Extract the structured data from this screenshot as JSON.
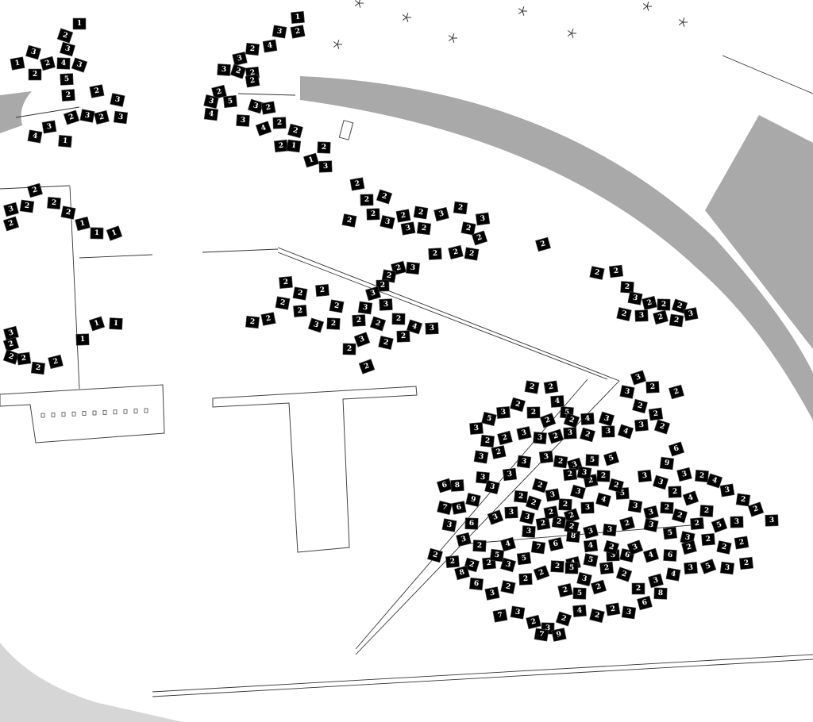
{
  "colors": {
    "tile": "#000000",
    "tile_text": "#ffffff",
    "road": "#a9a9a9",
    "ground": "#ffffff"
  },
  "icons": [
    "tree-icon"
  ],
  "clusters": {
    "nw_left": [
      "1",
      "2",
      "3",
      "3",
      "1",
      "2",
      "4",
      "3",
      "2",
      "5",
      "2",
      "2",
      "3",
      "3",
      "2",
      "3",
      "2",
      "3",
      "4",
      "1"
    ],
    "nw_right": [
      "1",
      "3",
      "2",
      "4",
      "2",
      "3",
      "3",
      "2",
      "2",
      "2",
      "2",
      "3",
      "5",
      "4",
      "3",
      "3",
      "2",
      "4",
      "2",
      "2",
      "2",
      "1",
      "2",
      "1",
      "3"
    ],
    "west_upper": [
      "2",
      "2",
      "2",
      "3",
      "2",
      "2",
      "1",
      "1",
      "1"
    ],
    "west_lower": [
      "1",
      "1",
      "1",
      "3",
      "2",
      "2",
      "2",
      "2",
      "2"
    ],
    "center": [
      "2",
      "2",
      "2",
      "2",
      "2",
      "3",
      "2",
      "2",
      "3",
      "2",
      "3",
      "2",
      "3",
      "2",
      "2",
      "2",
      "2",
      "2",
      "3",
      "2",
      "2",
      "2",
      "3",
      "3",
      "3",
      "2",
      "2",
      "2",
      "4",
      "3",
      "2",
      "2",
      "3",
      "2",
      "2",
      "2",
      "2",
      "2",
      "2",
      "2",
      "3",
      "2",
      "2",
      "2",
      "2"
    ],
    "single": [
      "2"
    ],
    "east": [
      "2",
      "2",
      "2",
      "3",
      "2",
      "2",
      "2",
      "3",
      "2",
      "2",
      "3",
      "2"
    ],
    "south": [
      "2",
      "2",
      "4",
      "5",
      "3",
      "3",
      "2",
      "3",
      "2",
      "3",
      "4",
      "3",
      "2",
      "3",
      "3",
      "2",
      "2",
      "2",
      "2",
      "3",
      "2",
      "3",
      "3",
      "3",
      "3",
      "3",
      "2",
      "3",
      "5",
      "5",
      "6",
      "9",
      "3",
      "2",
      "4",
      "3",
      "2",
      "2",
      "3",
      "6",
      "8",
      "9",
      "7",
      "6",
      "6",
      "3",
      "3",
      "2",
      "3",
      "3",
      "3",
      "2",
      "2",
      "2",
      "3",
      "4",
      "5",
      "3",
      "3",
      "2",
      "2",
      "2",
      "5",
      "3",
      "2",
      "2",
      "2",
      "2",
      "3",
      "5",
      "7",
      "6",
      "8",
      "3",
      "3",
      "2",
      "3",
      "5",
      "3",
      "2",
      "2",
      "2",
      "2",
      "3",
      "5",
      "3",
      "4",
      "3",
      "2",
      "2",
      "2",
      "5",
      "4",
      "2",
      "2",
      "2",
      "2",
      "3",
      "6",
      "8",
      "7",
      "3",
      "2",
      "3",
      "2",
      "4",
      "2",
      "2",
      "3",
      "6",
      "8",
      "7",
      "9",
      "5",
      "3",
      "2",
      "5",
      "2",
      "3",
      "6",
      "3",
      "2",
      "3",
      "2",
      "3",
      "2",
      "2",
      "2",
      "2",
      "3",
      "2",
      "2",
      "4",
      "5",
      "3",
      "2",
      "2",
      "4",
      "2",
      "4",
      "6",
      "2",
      "2",
      "4",
      "2",
      "3",
      "3",
      "2",
      "4",
      "3",
      "2",
      "2",
      "2",
      "3",
      "5",
      "3",
      "2",
      "2",
      "2"
    ]
  }
}
